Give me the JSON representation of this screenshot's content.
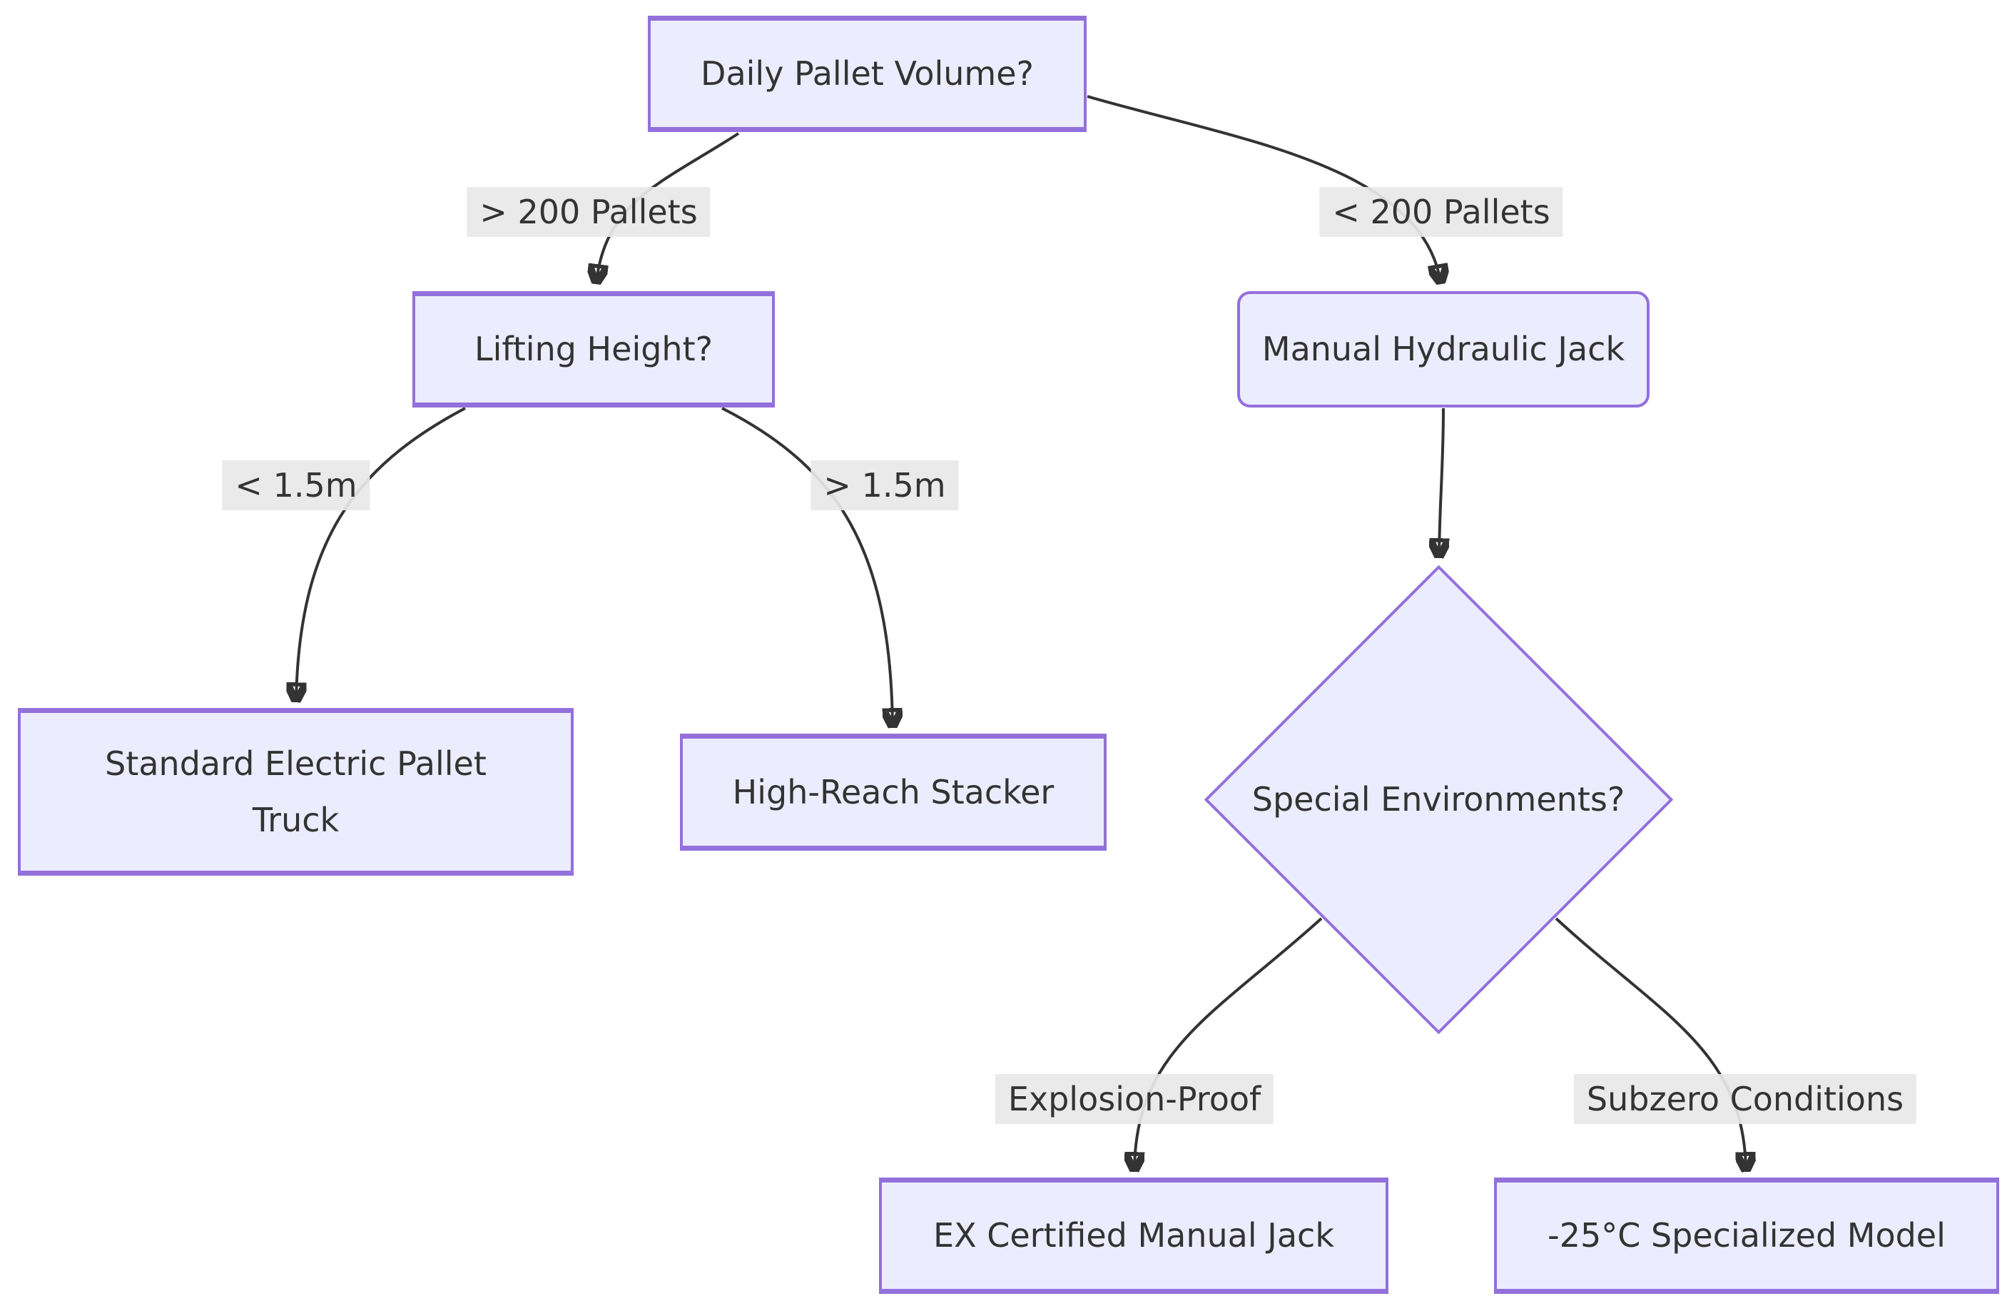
{
  "diagram": {
    "type": "flowchart-decision-tree",
    "background": "#ffffff",
    "colors": {
      "node_fill": "#ECECFF",
      "node_border": "#9370DB",
      "edge_color": "#333333",
      "edge_label_bg": "#e8e8e8",
      "text": "#333333"
    },
    "nodes": [
      {
        "id": "daily-pallet-volume",
        "label": "Daily Pallet Volume?",
        "shape": "rect"
      },
      {
        "id": "lifting-height",
        "label": "Lifting Height?",
        "shape": "rect"
      },
      {
        "id": "manual-hydraulic-jack",
        "label": "Manual Hydraulic Jack",
        "shape": "rounded"
      },
      {
        "id": "standard-electric-pallet-truck",
        "label": "Standard Electric Pallet Truck",
        "shape": "rect"
      },
      {
        "id": "high-reach-stacker",
        "label": "High-Reach Stacker",
        "shape": "rect"
      },
      {
        "id": "special-environments",
        "label": "Special Environments?",
        "shape": "diamond"
      },
      {
        "id": "ex-certified-manual-jack",
        "label": "EX Certified Manual Jack",
        "shape": "rect"
      },
      {
        "id": "subzero-specialized-model",
        "label": "-25°C Specialized Model",
        "shape": "rect"
      }
    ],
    "edges": [
      {
        "from": "daily-pallet-volume",
        "to": "lifting-height",
        "label": "> 200 Pallets"
      },
      {
        "from": "daily-pallet-volume",
        "to": "manual-hydraulic-jack",
        "label": "< 200 Pallets"
      },
      {
        "from": "lifting-height",
        "to": "standard-electric-pallet-truck",
        "label": "< 1.5m"
      },
      {
        "from": "lifting-height",
        "to": "high-reach-stacker",
        "label": "> 1.5m"
      },
      {
        "from": "manual-hydraulic-jack",
        "to": "special-environments",
        "label": ""
      },
      {
        "from": "special-environments",
        "to": "ex-certified-manual-jack",
        "label": "Explosion-Proof"
      },
      {
        "from": "special-environments",
        "to": "subzero-specialized-model",
        "label": "Subzero Conditions"
      }
    ]
  }
}
